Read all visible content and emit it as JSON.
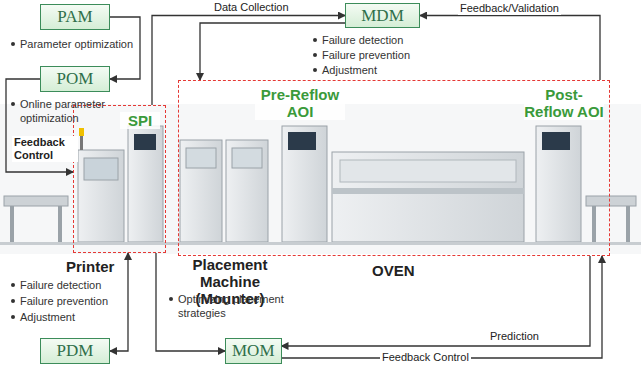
{
  "diagram": {
    "nodes": [
      {
        "text": [
          "PAM"
        ]
      },
      {
        "text": [
          "POM"
        ]
      },
      {
        "text": [
          "MDM"
        ]
      },
      {
        "text": [
          "SPI"
        ]
      },
      {
        "text": [
          "Pre-Reflow AOI",
          "Post-Reflow AOI"
        ]
      },
      {
        "text": [
          "PDM"
        ]
      },
      {
        "text": [
          "MOM"
        ]
      }
    ],
    "edges": [
      {
        "from": 3,
        "to": 2,
        "label": "Data Collection",
        "arrow": "to"
      },
      {
        "from": 4,
        "to": 2,
        "label": "Feedback/Validation",
        "arrow": "to"
      },
      {
        "from": 2,
        "to": 4,
        "arrow": "to"
      },
      {
        "from": 1,
        "to": 3,
        "label": "Feedback Control",
        "arrow": "to"
      },
      {
        "from": 0,
        "to": 1,
        "arrow": "to"
      },
      {
        "from": 3,
        "to": 5,
        "arrow": "both"
      },
      {
        "from": 3,
        "to": 6,
        "arrow": "to"
      },
      {
        "from": 4,
        "to": 6,
        "label": "Prediction",
        "arrow": "to"
      },
      {
        "from": 6,
        "to": 4,
        "label": "Feedback Control",
        "arrow": "to"
      }
    ],
    "labels": [
      "Parameter optimization",
      "Online parameter optimization",
      "Failure detection",
      "Failure prevention",
      "Adjustment",
      "Printer",
      "Placement Machine (Mounter)",
      "OVEN",
      "Failure detection",
      "Failure prevention",
      "Adjustment",
      "Optimizing placement strategies"
    ]
  }
}
